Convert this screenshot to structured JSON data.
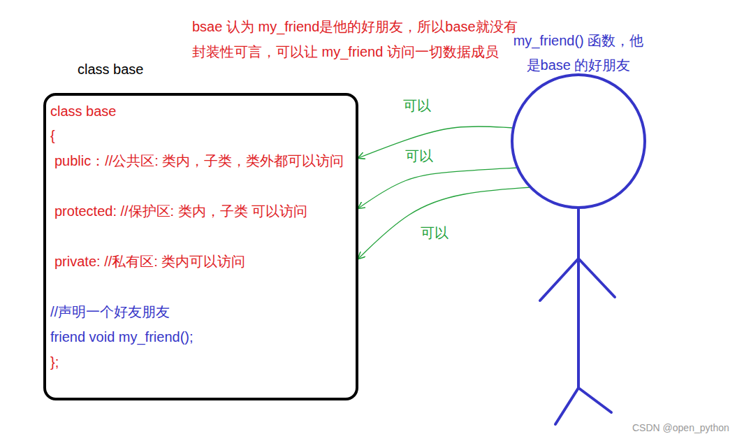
{
  "diagram": {
    "nodes": [
      {
        "text": [
          "class base",
          "class  base",
          "{",
          "public：//公共区: 类内，子类，类外都可以访问",
          "protected: //保护区: 类内，子类 可以访问",
          "private: //私有区: 类内可以访问",
          "//声明一个好友朋友",
          "friend  void my_friend();",
          "};"
        ]
      },
      {
        "text": [
          "my_friend() 函数，他是base 的好朋友"
        ]
      }
    ],
    "edges": [
      {
        "from": 1,
        "to": 0,
        "arrow": "to",
        "label": "可以"
      },
      {
        "from": 1,
        "to": 0,
        "arrow": "to",
        "label": "可以"
      },
      {
        "from": 1,
        "to": 0,
        "arrow": "to",
        "label": "可以"
      }
    ],
    "labels": [
      "bsae 认为 my_friend是他的好朋友，所以base就没有封装性可言，可以让  my_friend 访问一切数据成员",
      "CSDN @open_python"
    ]
  }
}
